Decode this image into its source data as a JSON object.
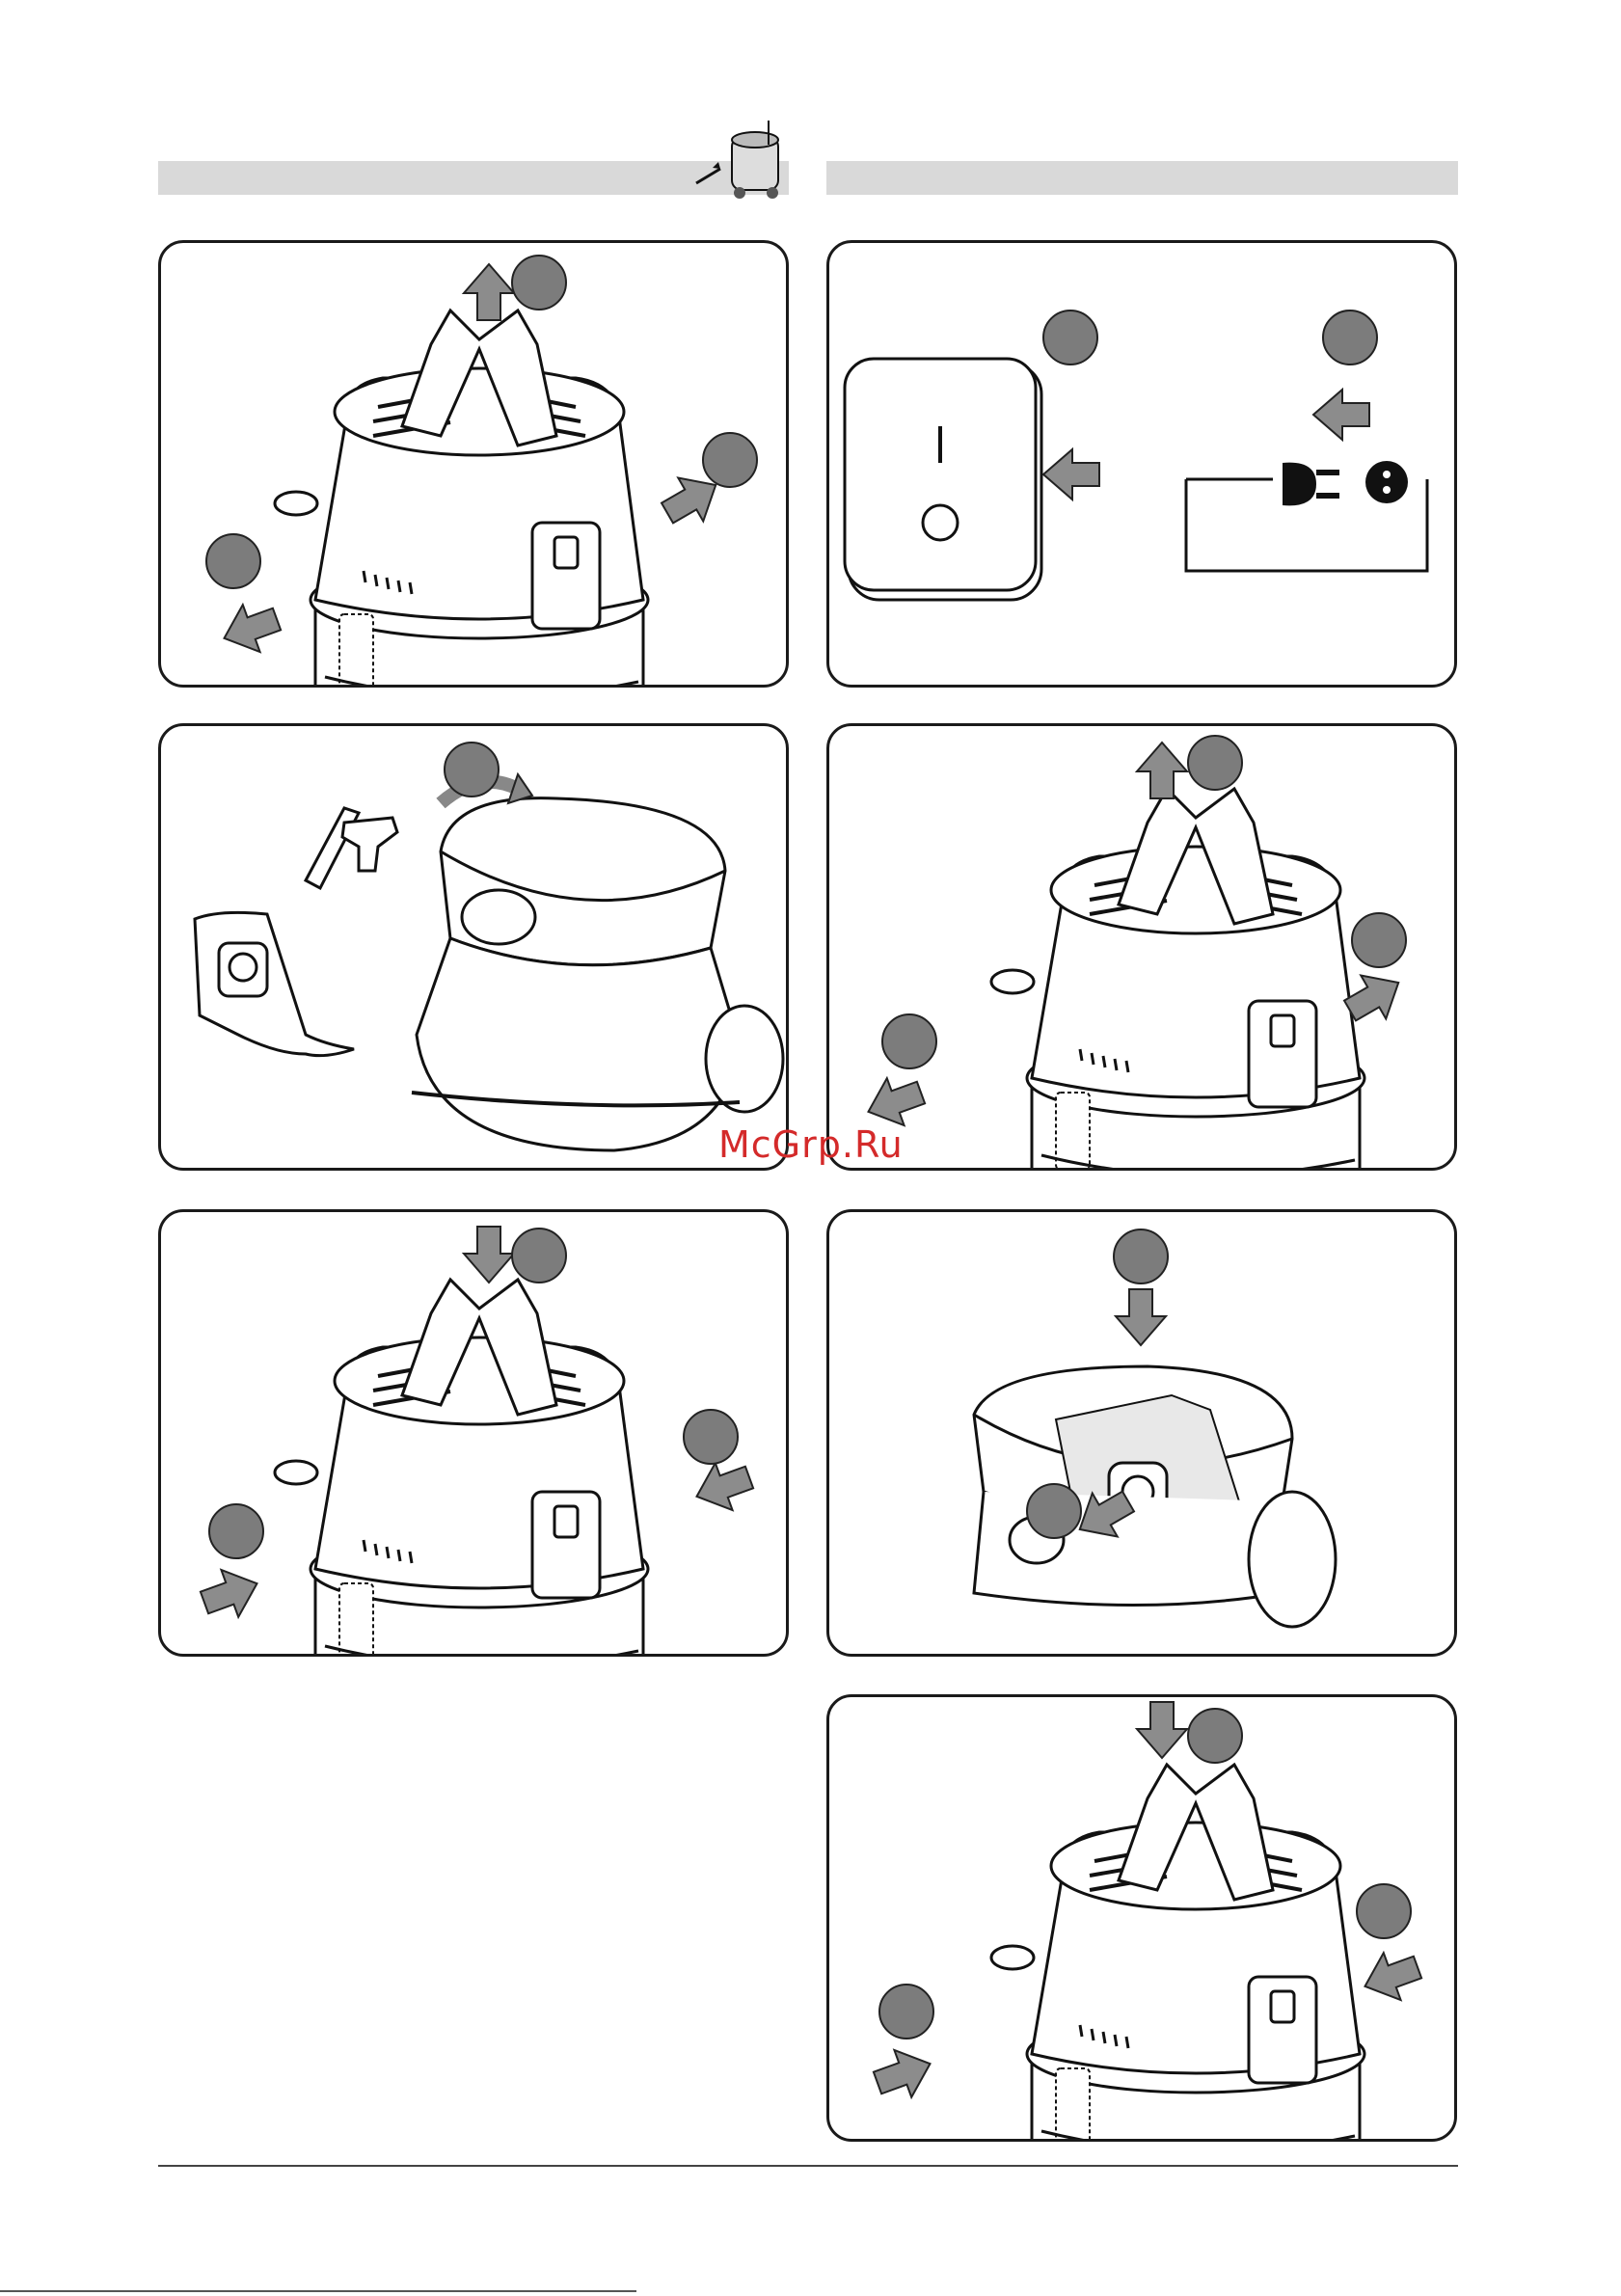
{
  "page": {
    "watermark": "McGrp.Ru",
    "header_icon": "vacuum-cleaner-pointer-icon"
  },
  "panels": [
    {
      "id": "p1",
      "step": "remove-head",
      "icons": [
        "arrow-up-icon",
        "arrow-outward-icon"
      ]
    },
    {
      "id": "p2",
      "step": "power-off-unplug",
      "icons": [
        "power-switch-icon",
        "plug-icon",
        "socket-icon"
      ]
    },
    {
      "id": "p3",
      "step": "empty-container-accessories",
      "icons": [
        "rotate-arrow-icon",
        "crevice-tool-icon",
        "nozzle-icon",
        "filter-bag-icon"
      ]
    },
    {
      "id": "p4",
      "step": "remove-head",
      "icons": [
        "arrow-up-icon",
        "arrow-outward-icon"
      ]
    },
    {
      "id": "p5",
      "step": "refit-head",
      "icons": [
        "arrow-down-icon",
        "arrow-inward-icon"
      ]
    },
    {
      "id": "p6",
      "step": "insert-filter-bag",
      "icons": [
        "arrow-down-icon",
        "filter-bag-icon"
      ]
    },
    {
      "id": "p7",
      "step": "refit-head",
      "icons": [
        "arrow-down-icon",
        "arrow-inward-icon"
      ]
    }
  ]
}
